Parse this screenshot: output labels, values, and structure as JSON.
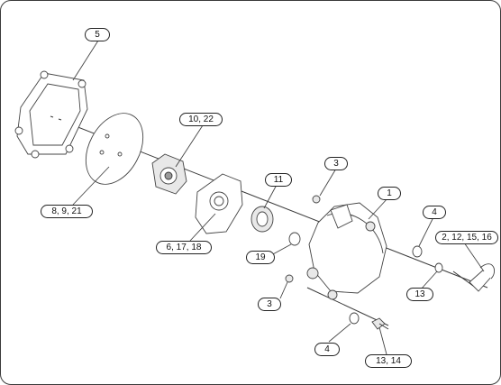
{
  "callouts": [
    {
      "id": "c5",
      "label": "5"
    },
    {
      "id": "c10_22",
      "label": "10, 22"
    },
    {
      "id": "c8_9_21",
      "label": "8, 9, 21"
    },
    {
      "id": "c11",
      "label": "11"
    },
    {
      "id": "c3_top",
      "label": "3"
    },
    {
      "id": "c1",
      "label": "1"
    },
    {
      "id": "c4_right",
      "label": "4"
    },
    {
      "id": "c2_12_15_16",
      "label": "2, 12, 15, 16"
    },
    {
      "id": "c6_17_18",
      "label": "6, 17, 18"
    },
    {
      "id": "c19",
      "label": "19"
    },
    {
      "id": "c13_right",
      "label": "13"
    },
    {
      "id": "c3_bottom",
      "label": "3"
    },
    {
      "id": "c4_bottom",
      "label": "4"
    },
    {
      "id": "c13_14",
      "label": "13, 14"
    }
  ]
}
